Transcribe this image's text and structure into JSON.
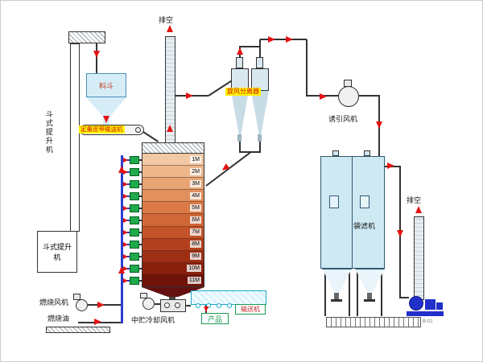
{
  "diagram": {
    "labels": {
      "bucket_elevator": "斗式提升机",
      "hopper": "料斗",
      "belt_conveyor": "定量皮带输送机",
      "vent_top": "排空",
      "vent_right": "排空",
      "cyclone_separator": "旋风分离器",
      "induced_draft_fan": "诱引风机",
      "bag_filter": "袋滤机",
      "combustion_fan": "燃烧风机",
      "fuel_oil": "燃烧油",
      "cooling_fan": "中贮冷却风机",
      "product": "产品",
      "conveyor_unit": "输送机",
      "grate_tag": "B-01"
    },
    "tower": {
      "levels": [
        "1M",
        "2M",
        "3M",
        "4M",
        "5M",
        "6M",
        "7M",
        "8M",
        "9M",
        "10M",
        "11M"
      ],
      "band_colors": [
        "#F1C9A3",
        "#EDB78B",
        "#E8A473",
        "#E2905C",
        "#DA7B47",
        "#D06736",
        "#C35329",
        "#B2401E",
        "#9E2F15",
        "#88200D",
        "#6F1208"
      ]
    },
    "colors": {
      "arrow_red": "#E31212",
      "valve_green": "#1FAA4B",
      "pipe_blue": "#2A3ECC",
      "bag_filter_fill": "#CFE9F2",
      "label_yellow_bg": "#FFF200",
      "label_red_text": "#D01111"
    }
  }
}
